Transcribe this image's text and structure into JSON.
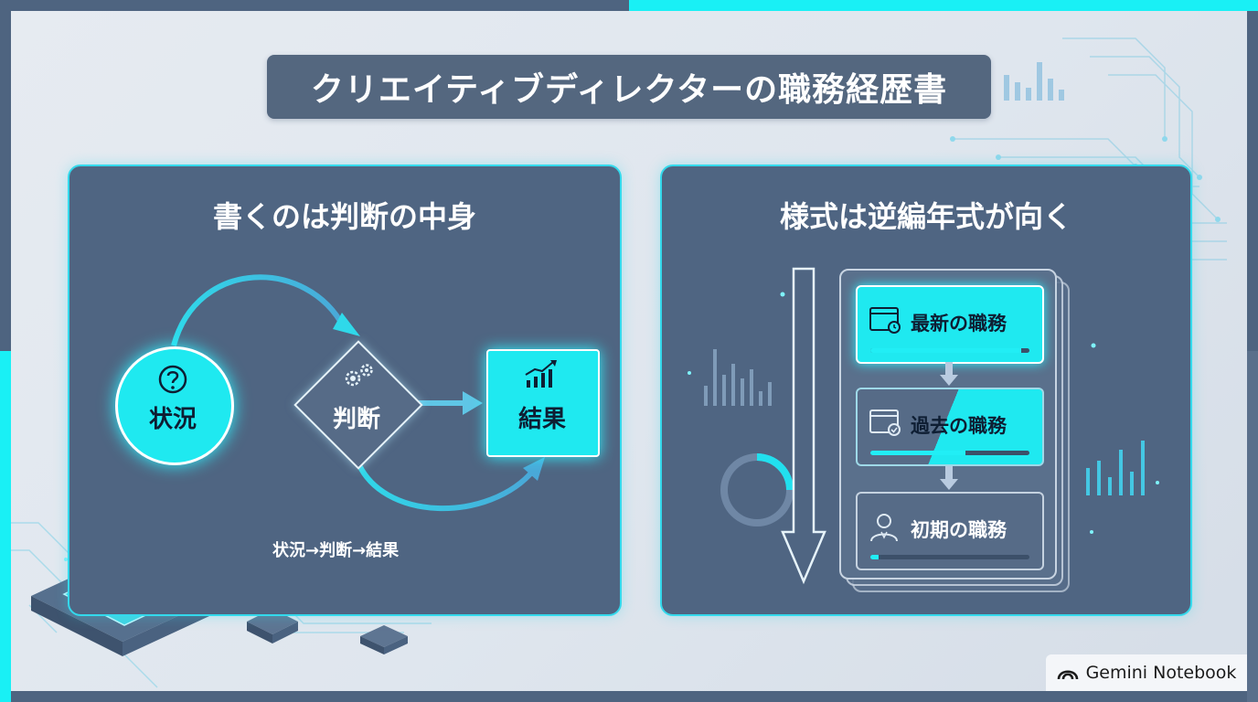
{
  "title": "クリエイティブディレクターの職務経歴書",
  "left_panel": {
    "heading": "書くのは判断の中身",
    "nodes": {
      "situation": "状況",
      "judgment": "判断",
      "result": "結果"
    },
    "caption": "状況→判断→結果"
  },
  "right_panel": {
    "heading": "様式は逆編年式が向く",
    "cards": [
      {
        "label": "最新の職務",
        "progress": 0.95
      },
      {
        "label": "過去の職務",
        "progress": 0.6
      },
      {
        "label": "初期の職務",
        "progress": 0.05
      }
    ]
  },
  "watermark": "Gemini Notebook",
  "colors": {
    "accent": "#1fe9f0",
    "panel": "#4f6582",
    "background": "#e3e9f0",
    "title_box": "#54677f"
  }
}
